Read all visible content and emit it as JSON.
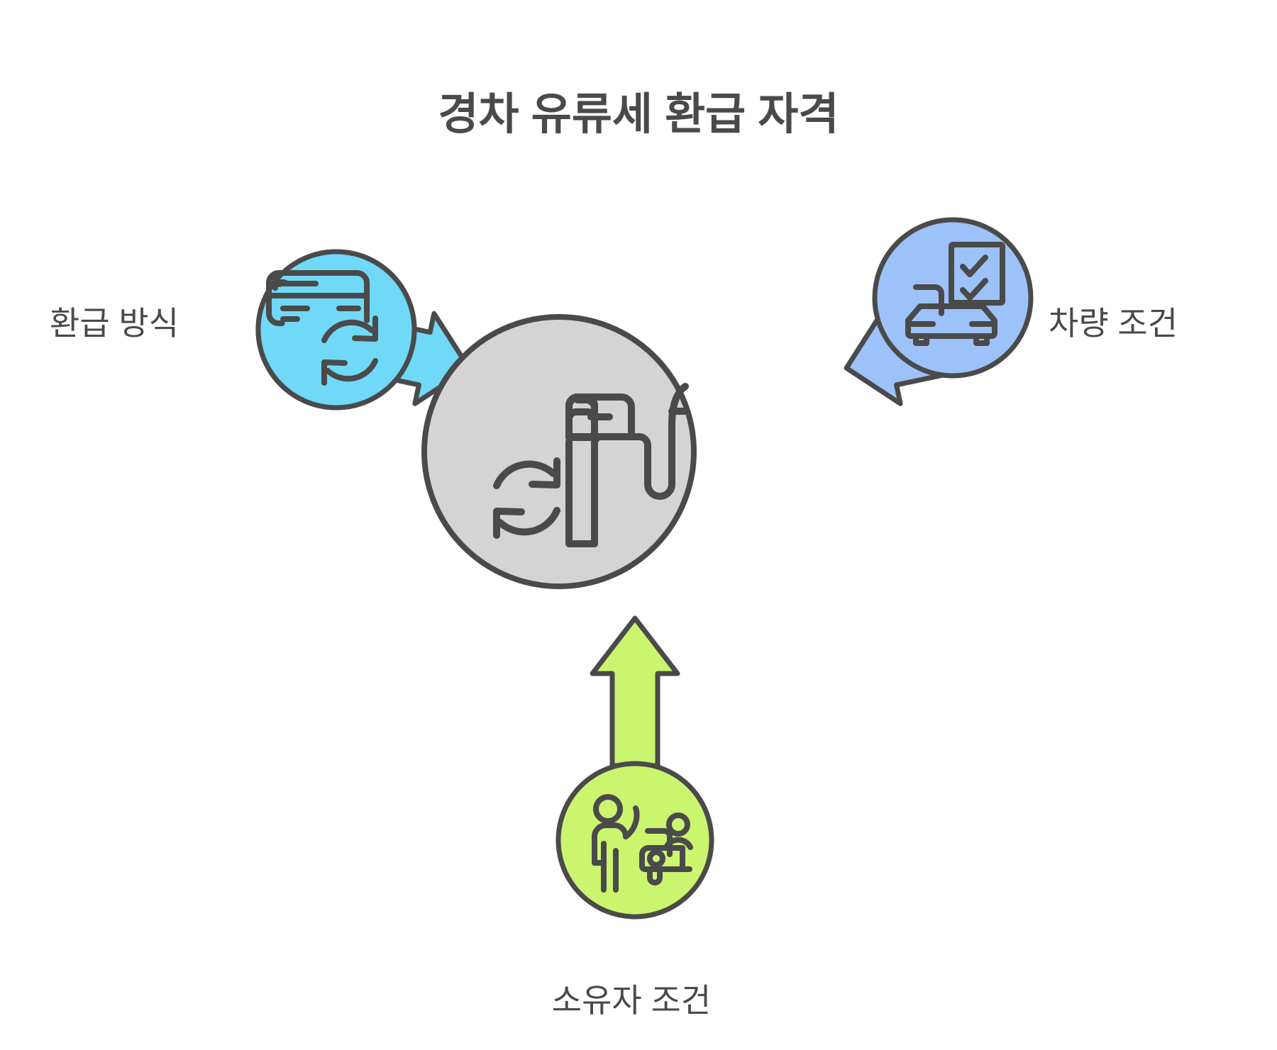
{
  "title": "경차 유류세 환급 자격",
  "palette": {
    "background": "#ffffff",
    "stroke": "#4a4a4a",
    "text": "#4a4a4a",
    "center_fill": "#d4d4d4",
    "cyan": "#6fd9f7",
    "blue": "#9cc2f9",
    "green": "#ccf56f"
  },
  "center": {
    "label": "",
    "icon": "fuel-pump-refresh-icon",
    "fill": "#d4d4d4"
  },
  "nodes": [
    {
      "id": "refund-method",
      "label": "환급 방식",
      "icon": "credit-card-refresh-icon",
      "fill": "#6fd9f7",
      "position": "top-left",
      "label_side": "left",
      "arrow_direction": "down-right-to-center"
    },
    {
      "id": "vehicle-condition",
      "label": "차량 조건",
      "icon": "car-checklist-icon",
      "fill": "#9cc2f9",
      "position": "top-right",
      "label_side": "right",
      "arrow_direction": "down-left-to-center"
    },
    {
      "id": "owner-condition",
      "label": "소유자 조건",
      "icon": "person-car-driver-icon",
      "fill": "#ccf56f",
      "position": "bottom-center",
      "label_side": "below",
      "arrow_direction": "up-to-center"
    }
  ]
}
